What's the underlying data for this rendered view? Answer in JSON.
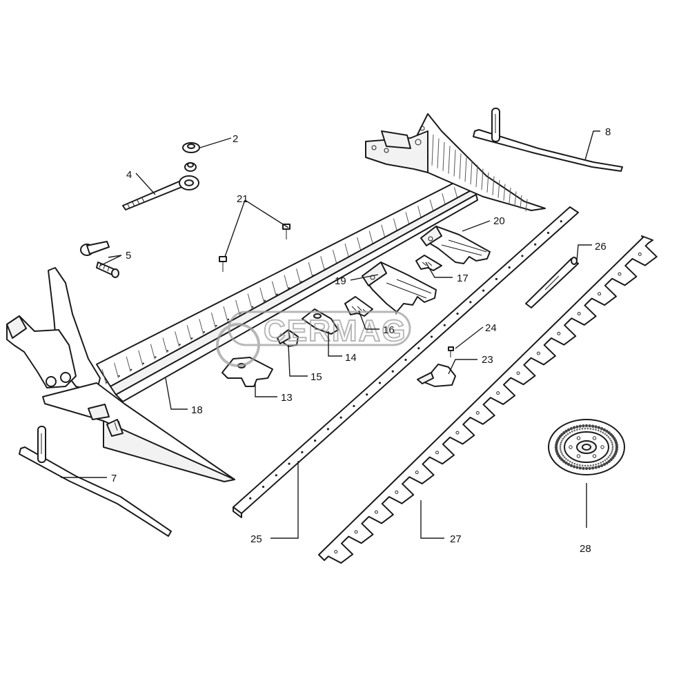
{
  "watermark": {
    "text": "CERMAG"
  },
  "callouts": [
    {
      "id": "2",
      "label": "2"
    },
    {
      "id": "4",
      "label": "4"
    },
    {
      "id": "5",
      "label": "5"
    },
    {
      "id": "7",
      "label": "7"
    },
    {
      "id": "8",
      "label": "8"
    },
    {
      "id": "13",
      "label": "13"
    },
    {
      "id": "14",
      "label": "14"
    },
    {
      "id": "15",
      "label": "15"
    },
    {
      "id": "16",
      "label": "16"
    },
    {
      "id": "17",
      "label": "17"
    },
    {
      "id": "18",
      "label": "18"
    },
    {
      "id": "19",
      "label": "19"
    },
    {
      "id": "20",
      "label": "20"
    },
    {
      "id": "21",
      "label": "21"
    },
    {
      "id": "23",
      "label": "23"
    },
    {
      "id": "24",
      "label": "24"
    },
    {
      "id": "25",
      "label": "25"
    },
    {
      "id": "26",
      "label": "26"
    },
    {
      "id": "27",
      "label": "27"
    },
    {
      "id": "28",
      "label": "28"
    }
  ]
}
